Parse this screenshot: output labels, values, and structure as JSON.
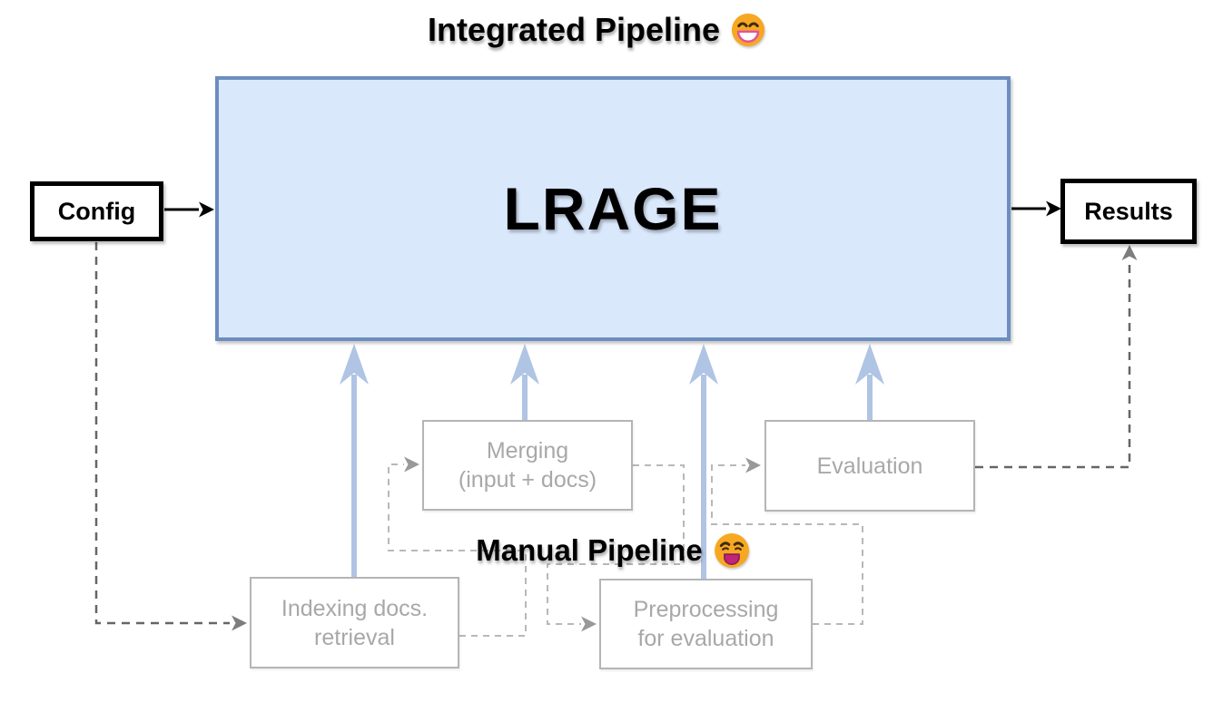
{
  "titles": {
    "integrated": "Integrated Pipeline",
    "manual": "Manual Pipeline"
  },
  "nodes": {
    "config": {
      "label": "Config"
    },
    "lrage": {
      "label": "LRAGE"
    },
    "results": {
      "label": "Results"
    },
    "merging": {
      "line1": "Merging",
      "line2": "(input + docs)"
    },
    "evaluation": {
      "label": "Evaluation"
    },
    "indexing": {
      "line1": "Indexing docs.",
      "line2": "retrieval"
    },
    "preprocessing": {
      "line1": "Preprocessing",
      "line2": "for evaluation"
    }
  },
  "icons": {
    "integrated_emoji": "grinning-face-emoji",
    "manual_emoji": "weary-face-emoji"
  },
  "connections": [
    {
      "from": "Config",
      "to": "LRAGE",
      "style": "solid-black-arrow"
    },
    {
      "from": "LRAGE",
      "to": "Results",
      "style": "solid-black-arrow"
    },
    {
      "from": "Config",
      "to": "Indexing docs. retrieval",
      "style": "dashed-dark-gray-arrow"
    },
    {
      "from": "Indexing docs. retrieval",
      "to": "Merging (input + docs)",
      "style": "dashed-light-gray-arrow"
    },
    {
      "from": "Merging (input + docs)",
      "to": "Preprocessing for evaluation",
      "style": "dashed-light-gray-arrow"
    },
    {
      "from": "Preprocessing for evaluation",
      "to": "Evaluation",
      "style": "dashed-light-gray-arrow"
    },
    {
      "from": "Evaluation",
      "to": "Results",
      "style": "dashed-dark-gray-arrow"
    },
    {
      "from": "Indexing docs. retrieval",
      "to": "LRAGE",
      "style": "thick-blue-arrow"
    },
    {
      "from": "Merging (input + docs)",
      "to": "LRAGE",
      "style": "thick-blue-arrow"
    },
    {
      "from": "Preprocessing for evaluation",
      "to": "LRAGE",
      "style": "thick-blue-arrow"
    },
    {
      "from": "Evaluation",
      "to": "LRAGE",
      "style": "thick-blue-arrow"
    }
  ],
  "colors": {
    "background": "#ffffff",
    "title_text": "#000000",
    "lrage_fill": "#dae8fc",
    "lrage_border": "#6c8ebf",
    "io_box_fill": "#ffffff",
    "io_box_border": "#000000",
    "gray_box_border": "#b5b5b5",
    "gray_box_text": "#a8a8a8",
    "blue_arrow": "#b0c4e4",
    "light_dash": "#b8b8b8",
    "dark_dash": "#666666",
    "gray_arrowhead": "#999999",
    "dark_arrowhead": "#7d7d7d",
    "black_arrow": "#000000",
    "emoji_face": "#f7a823",
    "emoji_mouth": "#c2247b"
  }
}
